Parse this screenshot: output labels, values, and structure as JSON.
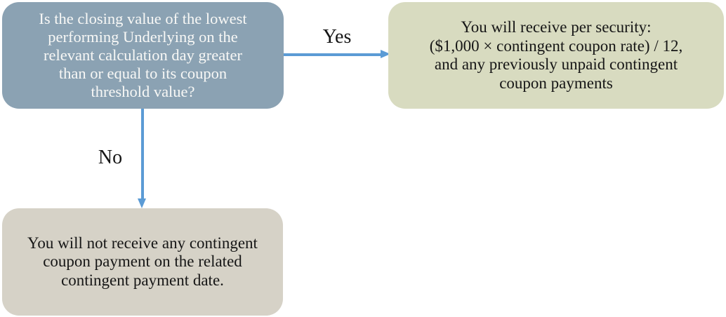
{
  "flowchart": {
    "question": {
      "text": "Is the closing value of the lowest\nperforming Underlying on the\nrelevant calculation day greater\nthan or equal to its coupon\nthreshold value?"
    },
    "yes_branch": {
      "label": "Yes",
      "result_text": "You will receive per security:\n($1,000 × contingent coupon rate) / 12,\nand any previously unpaid contingent\ncoupon payments"
    },
    "no_branch": {
      "label": "No",
      "result_text": "You will not receive any contingent\ncoupon payment on the related\ncontingent payment date."
    },
    "colors": {
      "question_box_bg": "#8BA2B3",
      "question_text_color": "#F8F8F6",
      "yes_box_bg": "#D8DBC0",
      "no_box_bg": "#D6D2C7",
      "result_text_color": "#161616",
      "label_text_color": "#161616",
      "arrow_color": "#5B9BD5"
    }
  }
}
